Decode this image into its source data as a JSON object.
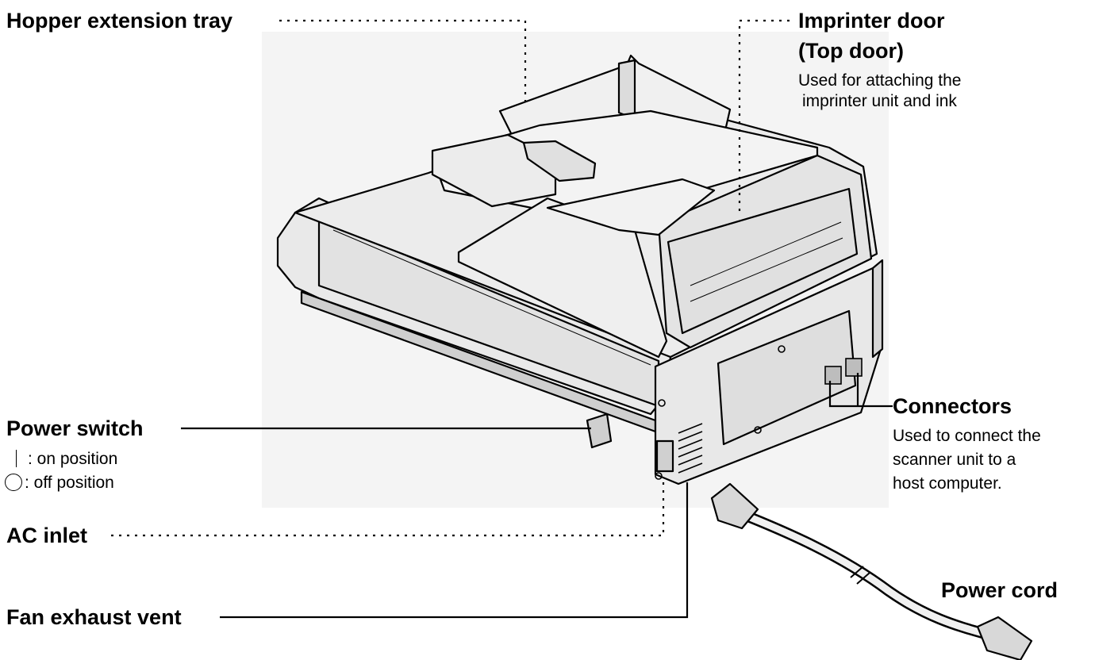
{
  "labels": {
    "hopper_tray": "Hopper extension tray",
    "imprinter_door_line1": "Imprinter door",
    "imprinter_door_line2": "(Top door)",
    "imprinter_door_desc_line1": "Used for attaching the",
    "imprinter_door_desc_line2": "imprinter unit and ink",
    "power_switch": "Power switch",
    "power_on": ": on position",
    "power_off": ": off position",
    "connectors": "Connectors",
    "connectors_desc_line1": "Used to connect the",
    "connectors_desc_line2": "scanner unit to a",
    "connectors_desc_line3": "host computer.",
    "ac_inlet": "AC inlet",
    "fan_exhaust_vent": "Fan exhaust vent",
    "power_cord": "Power cord"
  },
  "icons": {
    "on_symbol": "vertical-bar-icon",
    "off_symbol": "circle-icon"
  }
}
